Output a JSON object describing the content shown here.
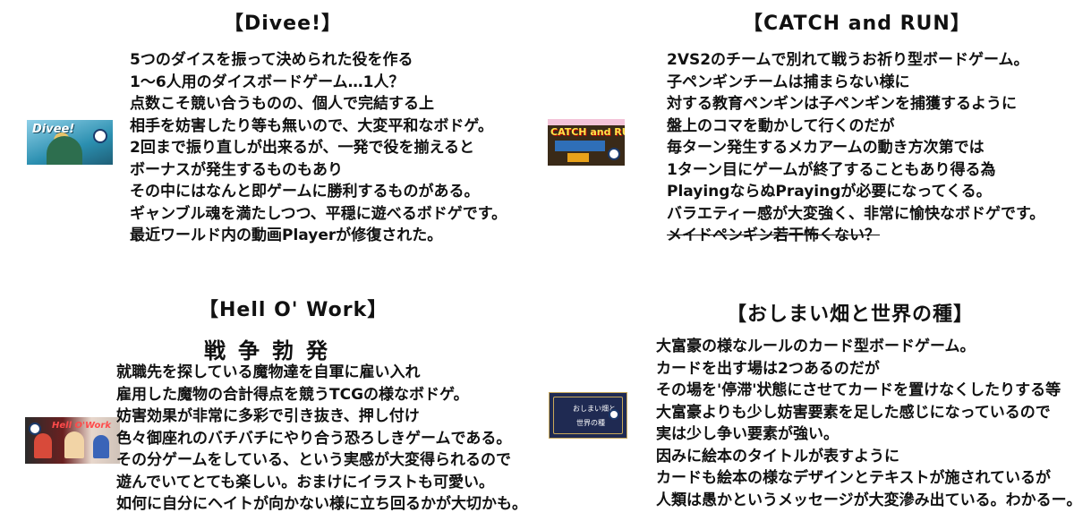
{
  "divee": {
    "title": "【Divee!】",
    "thumb_title": "Divee!",
    "lines": [
      "5つのダイスを振って決められた役を作る",
      "1～6人用のダイスボードゲーム…1人？",
      "点数こそ競い合うものの、個人で完結する上",
      "相手を妨害したり等も無いので、大変平和なボドゲ。",
      "2回まで振り直しが出来るが、一発で役を揃えると",
      "ボーナスが発生するものもあり",
      "その中にはなんと即ゲームに勝利するものがある。",
      "ギャンブル魂を満たしつつ、平穏に遊べるボドゲです。",
      "最近ワールド内の動画Playerが修復された。"
    ]
  },
  "catch": {
    "title": "【CATCH and RUN】",
    "thumb_title": "CATCH and RUN",
    "lines": [
      "2VS2のチームで別れて戦うお祈り型ボードゲーム。",
      "子ペンギンチームは捕まらない様に",
      "対する教育ペンギンは子ペンギンを捕獲するように",
      "盤上のコマを動かして行くのだが",
      "毎ターン発生するメカアームの動き方次第では",
      "1ターン目にゲームが終了することもあり得る為",
      "PlayingならぬPrayingが必要になってくる。",
      "バラエティー感が大変強く、非常に愉快なボドゲです。"
    ],
    "strike_line": "メイドペンギン若干怖くない？"
  },
  "hell": {
    "title": "【Hell O' Work】",
    "subtitle": "戦争勃発",
    "thumb_title": "Hell O'Work",
    "lines": [
      "就職先を探している魔物達を自軍に雇い入れ",
      "雇用した魔物の合計得点を競うTCGの様なボドゲ。",
      "妨害効果が非常に多彩で引き抜き、押し付け",
      "色々御座れのバチバチにやり合う恐ろしきゲームである。",
      "その分ゲームをしている、という実感が大変得られるので",
      "遊んでいてとても楽しい。おまけにイラストも可愛い。",
      "如何に自分にヘイトが向かない様に立ち回るかが大切かも。"
    ]
  },
  "oshimai": {
    "title": "【おしまい畑と世界の種】",
    "thumb_title_1": "おしまい畑と",
    "thumb_title_2": "世界の種",
    "lines": [
      "大富豪の様なルールのカード型ボードゲーム。",
      "カードを出す場は2つあるのだが",
      "その場を'停滞'状態にさせてカードを置けなくしたりする等",
      "大富豪よりも少し妨害要素を足した感じになっているので",
      "実は少し争い要素が強い。",
      "因みに絵本のタイトルが表すように",
      "カードも絵本の様なデザインとテキストが施されているが",
      "人類は愚かというメッセージが大変滲み出ている。わかるー。"
    ]
  }
}
